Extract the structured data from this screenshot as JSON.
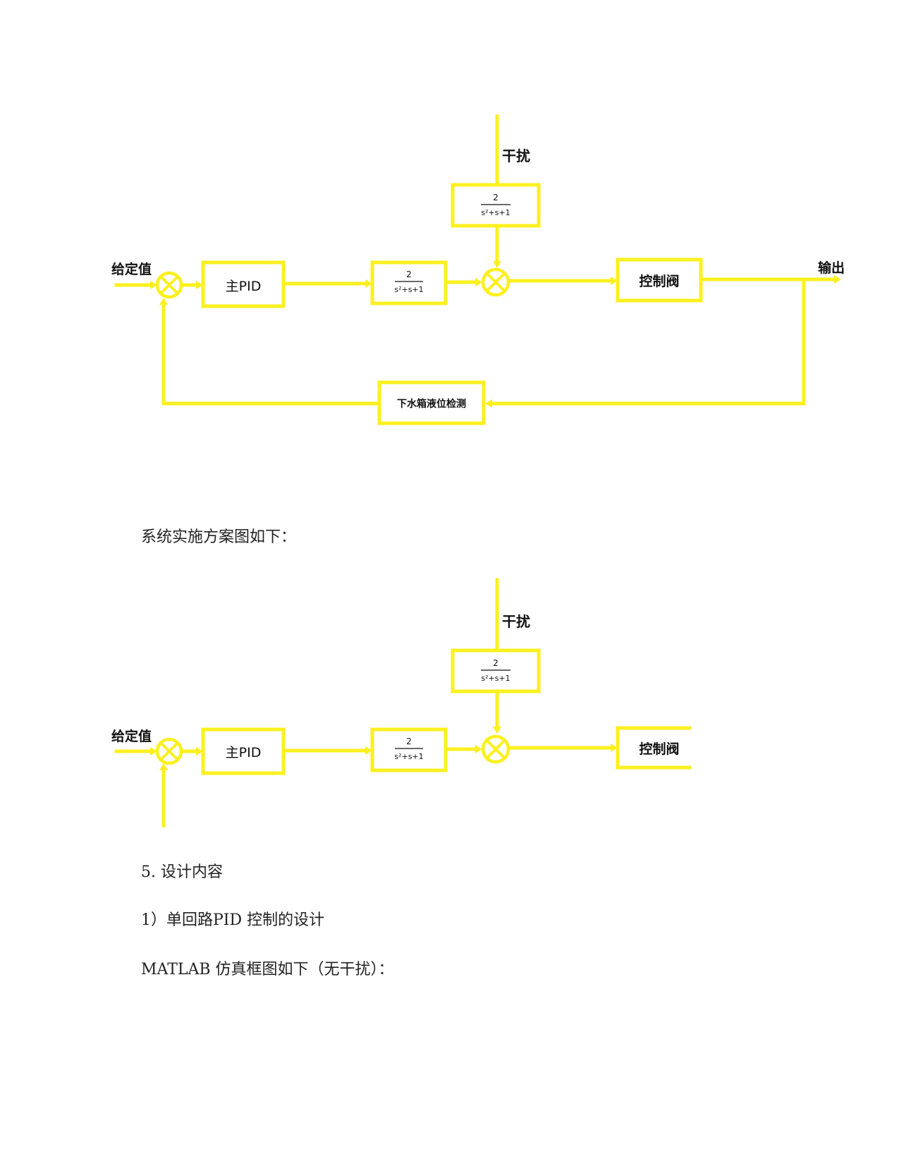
{
  "diagram1": {
    "disturbance_label": "干扰",
    "setpoint_label": "给定值",
    "output_label": "输出",
    "controller_label": "主PID",
    "plant_tf": {
      "num": "2",
      "den": "s²+s+1"
    },
    "disturbance_tf": {
      "num": "2",
      "den": "s²+s+1"
    },
    "valve_label": "控制阀",
    "sensor_label": "下水箱液位检测"
  },
  "text": {
    "scheme_caption": "系统实施方案图如下：",
    "section5": "5. 设计内容",
    "item1": "1）单回路PID 控制的设计",
    "matlab_caption": "MATLAB 仿真框图如下（无干扰）："
  },
  "diagram2": {
    "disturbance_label": "干扰",
    "setpoint_label": "给定值",
    "controller_label": "主PID",
    "plant_tf": {
      "num": "2",
      "den": "s²+s+1"
    },
    "disturbance_tf": {
      "num": "2",
      "den": "s²+s+1"
    },
    "valve_label": "控制阀"
  },
  "colors": {
    "wire": "#fbf01e",
    "text": "#111111"
  }
}
